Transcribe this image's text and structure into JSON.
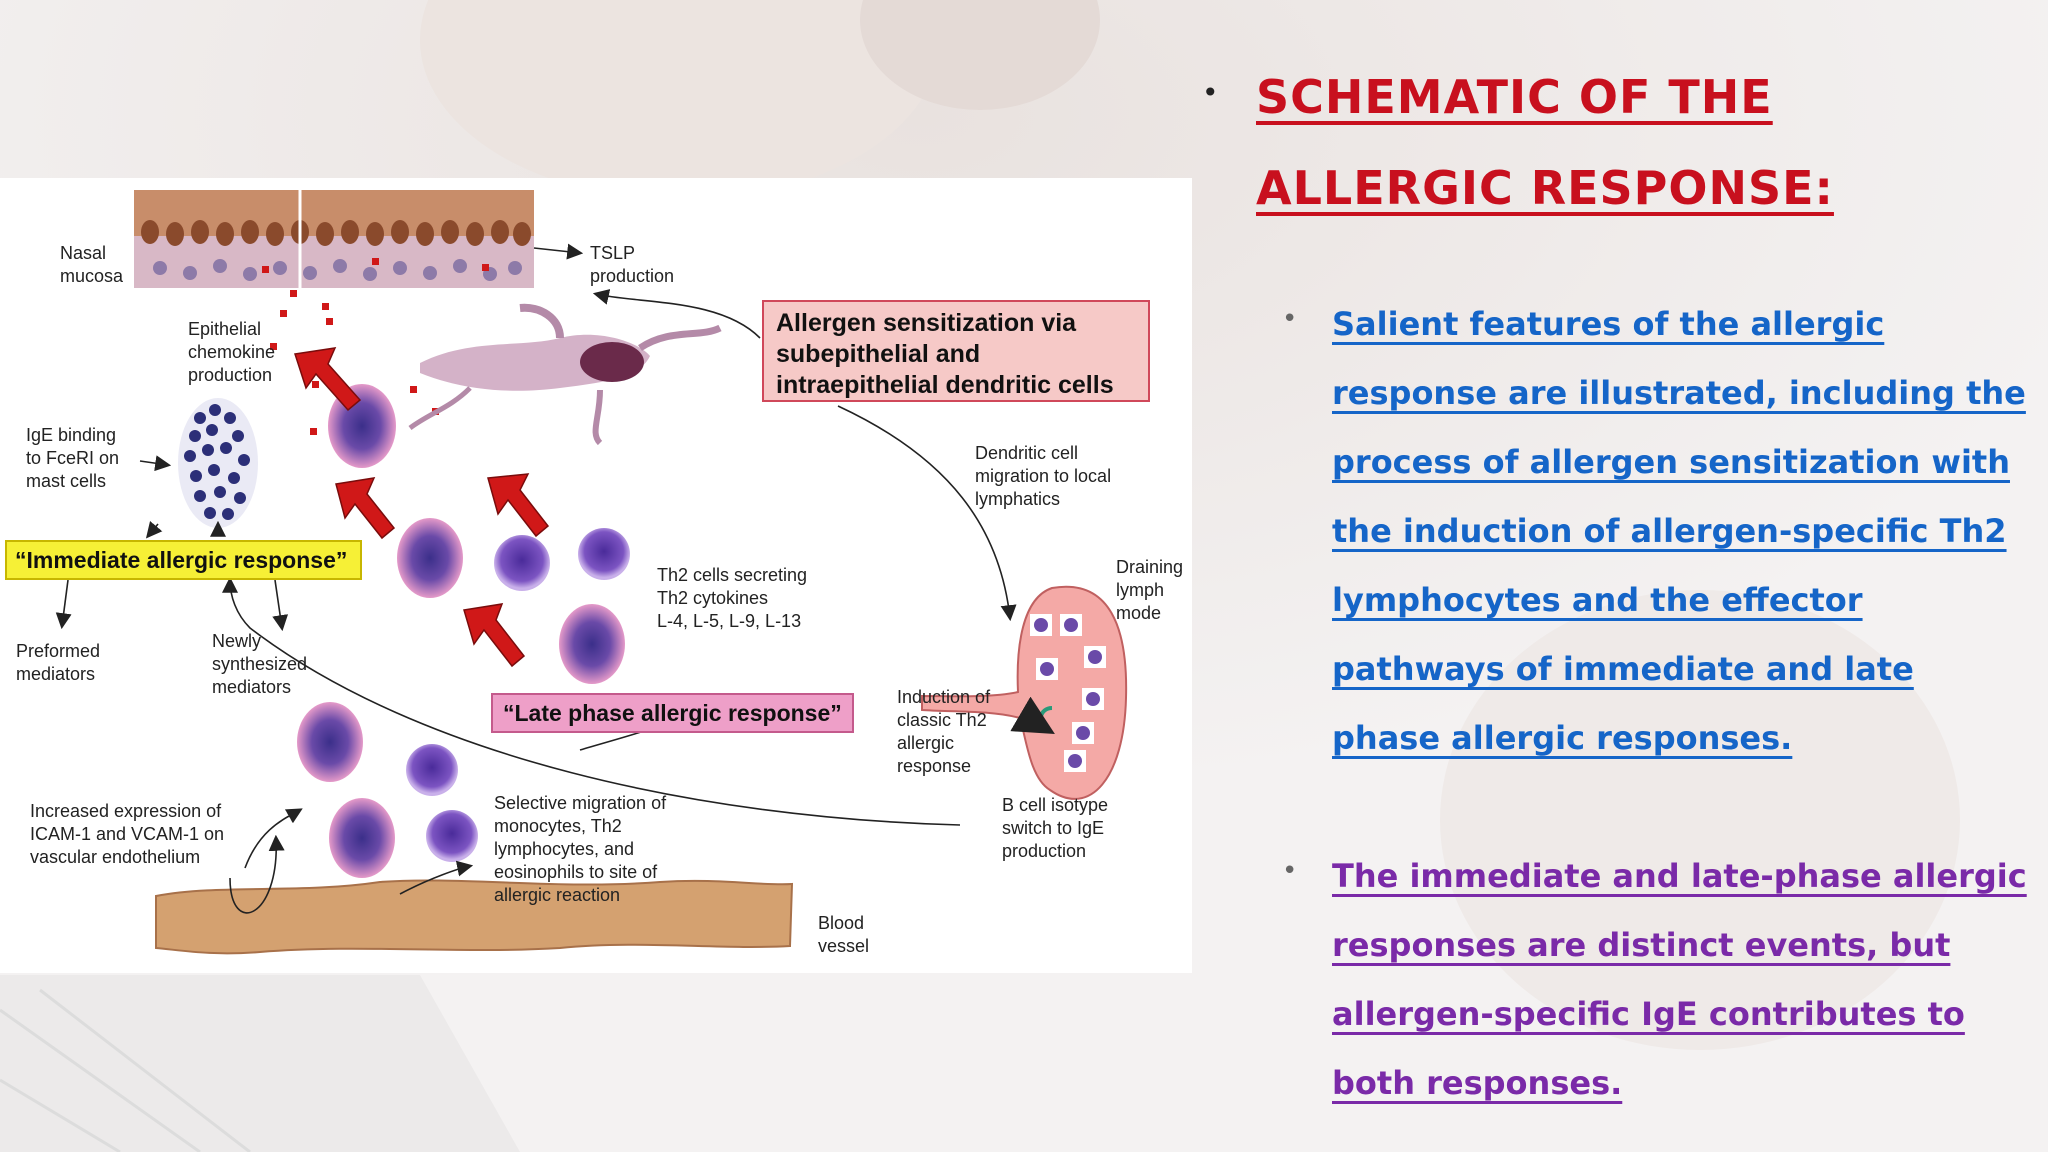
{
  "slide": {
    "title": "SCHEMATIC OF THE ALLERGIC RESPONSE:",
    "bullets": [
      {
        "text": "Salient features of the allergic response are illustrated, including the process of allergen sensitization with the induction of allergen-specific Th2 lymphocytes and the effector pathways of immediate and late phase allergic responses.",
        "color": "#1565c8"
      },
      {
        "text": "The immediate and late-phase allergic responses are distinct events, but allergen-specific IgE contributes to both responses.",
        "color": "#7a2aa8"
      }
    ]
  },
  "diagram": {
    "labels": {
      "nasal_mucosa": "Nasal\nmucosa",
      "tslp": "TSLP\nproduction",
      "epithelial_chemokine": "Epithelial\nchemokine\nproduction",
      "ige_binding": "IgE binding\nto FceRI on\nmast cells",
      "dendritic_migration": "Dendritic cell\nmigration to local\nlymphatics",
      "draining_lymph": "Draining\nlymph\nmode",
      "th2_cells": "Th2 cells secreting\nTh2 cytokines\nL-4, L-5, L-9, L-13",
      "preformed": "Preformed\nmediators",
      "newly_synth": "Newly\nsynthesized\nmediators",
      "induction_th2": "Induction of\nclassic Th2\nallergic\nresponse",
      "increased_expr": "Increased expression of\nICAM-1 and VCAM-1 on\nvascular endothelium",
      "selective_migration": "Selective migration of\nmonocytes, Th2\nlymphocytes, and\neosinophils to site of\nallergic reaction",
      "b_cell_switch": "B cell isotype\nswitch to IgE\nproduction",
      "blood_vessel": "Blood\nvessel"
    },
    "boxes": {
      "sensitization": "Allergen sensitization via\nsubepithelial and\nintraepithelial dendritic cells",
      "immediate": "“Immediate allergic response”",
      "late": "“Late phase allergic response”"
    }
  }
}
